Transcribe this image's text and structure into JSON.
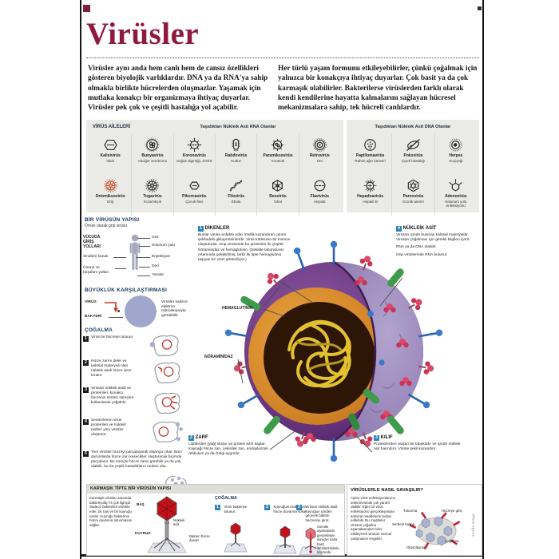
{
  "colors": {
    "title_red": "#8E1B3C",
    "header_navy": "#16365D",
    "badge_blue": "#2E86B8",
    "step_black": "#1b1b1b",
    "panel_gray": "#EAEAE6",
    "flu_orange": "#C8502A",
    "virus_purple": "#5A2A6E",
    "envelope_orange": "#D98A2E",
    "rna_yellow": "#E3C22F",
    "spike_blue": "#2A63B5",
    "spike_red": "#D94A68",
    "spike_green": "#3E9B49",
    "bacteria_lilac": "#9FA7CC"
  },
  "credit": "studio maga",
  "header": {
    "title": "Virüsler",
    "intro_left": "Virüsler aynı anda hem canlı hem de cansız özellikleri gösteren biyolojik varlıklardır. DNA ya da RNA'ya sahip olmakla birlikte hücrelerden oluşmazlar. Yaşamak için mutlaka konakçı bir organizmaya ihtiyaç duyarlar. Virüsler pek çok ve çeşitli hastalığa yol açabilir.",
    "intro_right": "Her türlü yaşam formunu etkileyebilirler, çünkü çoğalmak için yalnızca bir konakçıya ihtiyaç duyarlar. Çok basit ya da çok karmaşık olabilirler. Bakterilerse virüslerden farklı olarak kendi kendilerine hayatta kalmalarını sağlayan hücresel mekanizmalara sahip, tek hücreli canlılardır."
  },
  "families": {
    "section_title": "VİRÜS AİLELERİ",
    "rna_title": "Taşıdıkları Nükleik Asit RNA Olanlar",
    "dna_title": "Taşıdıkları Nükleik Asit DNA Olanlar",
    "rna": [
      {
        "name": "Kalisivirüs",
        "disease": "İshal",
        "icon": "hex-dash"
      },
      {
        "name": "Bunyavirüs",
        "disease": "Akciğer sendromu",
        "icon": "sphere-cluster"
      },
      {
        "name": "Koronavirüs",
        "disease": "Soğuk algınlığı, SARS",
        "icon": "corona-spikes"
      },
      {
        "name": "Rabdovirüs",
        "disease": "Kuduz",
        "icon": "bullet-spikes"
      },
      {
        "name": "Paramiksovirüs",
        "disease": "Kızamık",
        "icon": "sphere-blobs"
      },
      {
        "name": "Retrovirüs",
        "disease": "HIV",
        "icon": "ring-hex"
      },
      {
        "name": "Ortomiksovirüs",
        "disease": "Grip",
        "icon": "gear-orange"
      },
      {
        "name": "Togavirüs",
        "disease": "Kızamıkçık",
        "icon": "gear"
      },
      {
        "name": "Pikornavirüs",
        "disease": "Çocuk felci",
        "icon": "hex-small"
      },
      {
        "name": "Filovirüs",
        "disease": "Ebola",
        "icon": "filament"
      },
      {
        "name": "Reovirüs",
        "disease": "İshal",
        "icon": "hex-spokes"
      },
      {
        "name": "Flavivirüs",
        "disease": "Hepatit",
        "icon": "sphere-band"
      }
    ],
    "dna": [
      {
        "name": "Papillomavirüs",
        "disease": "Rahim ağzı kanseri",
        "icon": "sphere-dots"
      },
      {
        "name": "Poksvirüs",
        "disease": "Çiçek hastalığı",
        "icon": "oval-crossed"
      },
      {
        "name": "Herpes",
        "disease": "Suçiçeği",
        "icon": "sphere-dense"
      },
      {
        "name": "Hepadnavirüs",
        "disease": "Hepatit B",
        "icon": "wheel-spikes"
      },
      {
        "name": "Parvovirüs",
        "disease": "Kronik anemi",
        "icon": "hex-triangles"
      },
      {
        "name": "Adenovirüs",
        "disease": "Solunum yolu enfeksiyonu",
        "icon": "hex-antennae"
      }
    ]
  },
  "structure": {
    "title": "BİR VİRÜSÜN YAPISI",
    "subtitle": "Örnek olarak grip virüsü",
    "entry_title": "VÜCUDA GİRİŞ YOLLARI",
    "digestive": "Sindirim kanalı",
    "reproductive": "Üreme ve boşaltım yolları",
    "eye": "Göz",
    "respiratory": "Solunum yolu",
    "injection": "Enjeksiyon",
    "skin": "Deri",
    "wounds": "Yaralar"
  },
  "size": {
    "title": "BÜYÜKLÜK KARŞILAŞTIRMASI",
    "virus": "VİRÜS",
    "bacteria": "BAKTERİ",
    "caption": "Virüsler sadece elektron mikroskopuyla görülebilir."
  },
  "replication": {
    "title": "ÇOĞALMA",
    "steps": [
      {
        "num": "1",
        "text": "Virüs bir hücreye tutunur.",
        "icon": "cell-attach"
      },
      {
        "num": "2",
        "text": "Hücre zarını deler ve kalıtsal materyali olan nükleik asidi hücre içine bırakır.",
        "icon": "cell-enter"
      },
      {
        "num": "3",
        "text": "Virüsün nükleik asidi ve proteinleri, konakçı hücrenin sentez süreçleri kullanılarak çoğaltılır.",
        "icon": "cell-copy"
      },
      {
        "num": "4",
        "text": "Sentezlenen virüs proteinleri ve nükleik asitleri yeni virüsler oluşturur.",
        "icon": "cell-new"
      },
      {
        "num": "5",
        "text": "Yeni virüsler hücreyi parçalayarak dışarıya çıkar. Bazı durumlarda hücre zarı kesecikler oluşturacak biçimde parçalanır. Bu süreçte hücre zarar görebilir ya da yok olabilir, bu da çeşitli hastalıkların nedeni olur.",
        "icon": "cell-burst"
      }
    ]
  },
  "anatomy": {
    "hemagglutinin": "HEMAGLUTİNİN",
    "neuraminidase": "NÖRAMİNİDAZ",
    "items": [
      {
        "num": "1",
        "title": "DİKENLER",
        "text": "Bunlar virüse enfekte edici özellik kazandıran çıkıntı şeklindeki glikoproteinlerdir. Virüs kütlesinin bir kısmını oluştururlar. Grip virüsünde bu proteinler iki çeşittir: Nöraminidaz ve hemaglutinin. (Şekilde laboratuvar ortamında geliştirilmiş, farklı iki tipte hemaglutinin taşıyan bir virüs gösteriliyor.)"
      },
      {
        "num": "2",
        "title": "ZARF",
        "text": "Lipitlerden (yağ) oluşur ve protein kılıfı kaplar. Kaynağı hücre zarı, çekirdek zarı, endoplazmik retikulum ya da Golgi aygıtıdır."
      },
      {
        "num": "3",
        "title": "KILIF",
        "text": "Proteinlerden oluşan bir tabakadır ve içinde nükleik asit barındırır. Virüse şekil kazandırır."
      },
      {
        "num": "4",
        "title": "NÜKLEİK ASİT",
        "line1": "Virüsün içinde bulunan kalıtsal materyaldir. Virüsün çoğalması için gerekli bilgileri içerir.",
        "line2": "RNA ya da DNA olabilir.",
        "line3": "Grip virüslerinde RNA bulunur."
      }
    ]
  },
  "phage": {
    "title": "KARMAŞIK TİPTE BİR VİRÜSÜN YAPISI",
    "intro": "Karmaşık virüsler arasında bakteriyofaj T4 çok ilginçtir. Sadece bakterileri enfekte eder, bir baş ve bir kuyruğu vardır. Kuyruğu bakterinin hücre duvarına tutunmasını sağlar.",
    "head": "BAŞ",
    "tail": "KUYRUK",
    "nucleic": "Nükleik asit",
    "wall": "Bakteri hücre duvarı",
    "replication_title": "ÇOĞALMA",
    "steps": [
      {
        "num": "1",
        "text": "Virüs bakteriye tutunur.",
        "icon": "phage1"
      },
      {
        "num": "2",
        "text": "Kuyruğunu bakterinin hücre duvarına sokar.",
        "icon": "phage2"
      },
      {
        "num": "3",
        "text": "Virüsün nükleik asidi kuyruğun içinden geçerek bakteri hücresine girer.",
        "icon": "phage3"
      }
    ],
    "note": "Sonraki aşamalarda gerçekleşen süreçler daha basit virüslerinkilerle benzerdir."
  },
  "fight": {
    "title": "VİRÜSLERLE NASIL SAVAŞILIR?",
    "text": "Aşılar virüs enfeksiyonlarının önlenmesinde çok yararlı olabilir. Eğer bir virüs enfeksiyonu gerçekleşmişse antiviral maddelerle tedavi edilebilir. Bu maddeler virüsün çoğalma aşamalarından birini etkileyerek virüsün normal çalışmasını engeller.",
    "labels": {
      "attach": "Tutunma",
      "entry": "Hücreye giriş",
      "release": "Serbest kalma",
      "maturation": "Olgunlaşma",
      "replication": "Çoğalma"
    }
  }
}
